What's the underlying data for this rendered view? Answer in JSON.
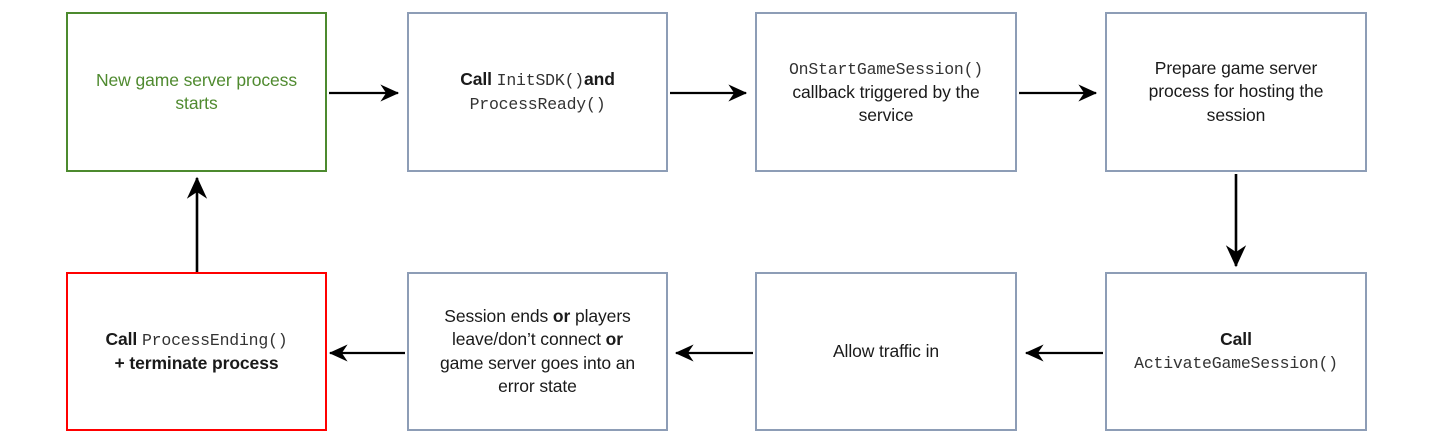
{
  "diagram": {
    "title": "Game server process lifecycle flowchart",
    "colors": {
      "default_border": "#8d9db6",
      "start_border": "#4c8a2e",
      "start_text": "#4f8a2f",
      "end_border": "#ff0000",
      "arrow": "#000000",
      "text": "#1a1a1a",
      "code_text": "#333333"
    },
    "nodes": [
      {
        "id": "new-process",
        "style": "green",
        "lines": [
          {
            "segments": [
              {
                "text": "New game server process",
                "style": "plain"
              }
            ]
          },
          {
            "segments": [
              {
                "text": "starts",
                "style": "plain"
              }
            ]
          }
        ]
      },
      {
        "id": "init-sdk",
        "style": "default",
        "lines": [
          {
            "segments": [
              {
                "text": "Call ",
                "style": "bold"
              },
              {
                "text": "InitSDK()",
                "style": "mono"
              },
              {
                "text": "and",
                "style": "bold"
              }
            ]
          },
          {
            "segments": [
              {
                "text": "ProcessReady()",
                "style": "mono"
              }
            ]
          }
        ]
      },
      {
        "id": "on-start-game-session",
        "style": "default",
        "lines": [
          {
            "segments": [
              {
                "text": "OnStartGameSession()",
                "style": "mono"
              }
            ]
          },
          {
            "segments": [
              {
                "text": "callback triggered by the",
                "style": "plain"
              }
            ]
          },
          {
            "segments": [
              {
                "text": "service",
                "style": "plain"
              }
            ]
          }
        ]
      },
      {
        "id": "prepare-process",
        "style": "default",
        "lines": [
          {
            "segments": [
              {
                "text": "Prepare game server",
                "style": "plain"
              }
            ]
          },
          {
            "segments": [
              {
                "text": "process for hosting the",
                "style": "plain"
              }
            ]
          },
          {
            "segments": [
              {
                "text": "session",
                "style": "plain"
              }
            ]
          }
        ]
      },
      {
        "id": "activate-game-session",
        "style": "default",
        "lines": [
          {
            "segments": [
              {
                "text": "Call",
                "style": "bold"
              }
            ]
          },
          {
            "segments": [
              {
                "text": "ActivateGameSession()",
                "style": "mono"
              }
            ]
          }
        ]
      },
      {
        "id": "allow-traffic",
        "style": "default",
        "lines": [
          {
            "segments": [
              {
                "text": "Allow traffic in",
                "style": "plain"
              }
            ]
          }
        ]
      },
      {
        "id": "session-ends",
        "style": "default",
        "lines": [
          {
            "segments": [
              {
                "text": "Session ends ",
                "style": "plain"
              },
              {
                "text": "or",
                "style": "bold"
              },
              {
                "text": " players",
                "style": "plain"
              }
            ]
          },
          {
            "segments": [
              {
                "text": "leave/don’t connect  ",
                "style": "plain"
              },
              {
                "text": "or",
                "style": "bold"
              }
            ]
          },
          {
            "segments": [
              {
                "text": "game server goes into an",
                "style": "plain"
              }
            ]
          },
          {
            "segments": [
              {
                "text": "error state",
                "style": "plain"
              }
            ]
          }
        ]
      },
      {
        "id": "process-ending",
        "style": "red",
        "lines": [
          {
            "segments": [
              {
                "text": "Call ",
                "style": "bold"
              },
              {
                "text": "ProcessEnding()",
                "style": "mono"
              }
            ]
          },
          {
            "segments": [
              {
                "text": "+ terminate process",
                "style": "bold"
              }
            ]
          }
        ]
      }
    ],
    "edges": [
      {
        "id": "edge-new-process-to-init-sdk",
        "direction": "right"
      },
      {
        "id": "edge-init-sdk-to-on-start-game-session",
        "direction": "right"
      },
      {
        "id": "edge-on-start-game-session-to-prepare-process",
        "direction": "right"
      },
      {
        "id": "edge-prepare-process-to-activate-game-session",
        "direction": "down"
      },
      {
        "id": "edge-activate-game-session-to-allow-traffic",
        "direction": "left"
      },
      {
        "id": "edge-allow-traffic-to-session-ends",
        "direction": "left"
      },
      {
        "id": "edge-session-ends-to-process-ending",
        "direction": "left"
      },
      {
        "id": "edge-process-ending-to-new-process",
        "direction": "up"
      }
    ]
  }
}
